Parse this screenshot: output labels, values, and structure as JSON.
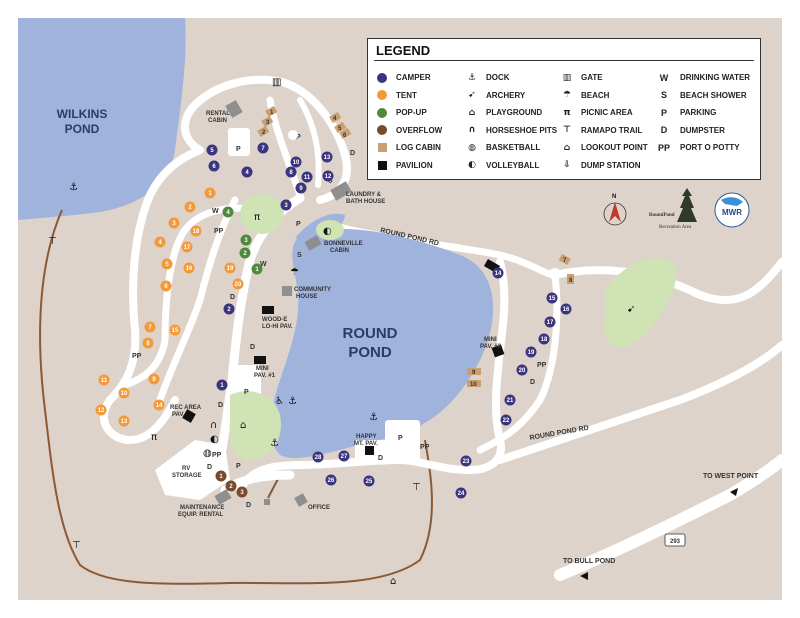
{
  "map": {
    "pond_wilkins": "WILKINS\nPOND",
    "pond_wilkins_l1": "WILKINS",
    "pond_wilkins_l2": "POND",
    "pond_round_l1": "ROUND",
    "pond_round_l2": "POND",
    "road_round_pond_rd_north": "ROUND POND RD",
    "road_round_pond_rd_south": "ROUND POND RD",
    "route_number": "293",
    "to_west_point": "TO WEST POINT",
    "to_bull_pond": "TO BULL POND",
    "labels": {
      "rental_cabin_l1": "RENTAL",
      "rental_cabin_l2": "CABIN",
      "laundry_l1": "LAUNDRY &",
      "laundry_l2": "BATH HOUSE",
      "bonneville_l1": "BONNEVILLE",
      "bonneville_l2": "CABIN",
      "community_l1": "COMMUNITY",
      "community_l2": "HOUSE",
      "woode_l1": "WOOD-E",
      "woode_l2": "LO-HI PAV.",
      "mini1_l1": "MINI",
      "mini1_l2": "PAV. #1",
      "mini2_l1": "MINI",
      "mini2_l2": "PAV. #2",
      "rec_area_l1": "REC AREA",
      "rec_area_l2": "PAV.",
      "happy_l1": "HAPPY",
      "happy_l2": "MT. PAV.",
      "rv_l1": "RV",
      "rv_l2": "STORAGE",
      "maint_l1": "MAINTENANCE",
      "maint_l2": "EQUIP. RENTAL",
      "office": "OFFICE"
    }
  },
  "legend": {
    "title": "LEGEND",
    "col1": [
      {
        "label": "CAMPER",
        "symbol": "dot",
        "color": "#3b3580"
      },
      {
        "label": "TENT",
        "symbol": "dot",
        "color": "#f29a3a"
      },
      {
        "label": "POP-UP",
        "symbol": "dot",
        "color": "#4f8a3c"
      },
      {
        "label": "OVERFLOW",
        "symbol": "dot",
        "color": "#7a4a2e"
      },
      {
        "label": "LOG CABIN",
        "symbol": "square",
        "color": "#c9a070"
      },
      {
        "label": "PAVILION",
        "symbol": "square",
        "color": "#111111"
      }
    ],
    "col2": [
      {
        "label": "DOCK",
        "icon": "⚓"
      },
      {
        "label": "ARCHERY",
        "icon": "➹"
      },
      {
        "label": "PLAYGROUND",
        "icon": "⌂"
      },
      {
        "label": "HORSESHOE PITS",
        "icon": "∩"
      },
      {
        "label": "BASKETBALL",
        "icon": "◍"
      },
      {
        "label": "VOLLEYBALL",
        "icon": "◐"
      }
    ],
    "col3": [
      {
        "label": "GATE",
        "icon": "▥"
      },
      {
        "label": "BEACH",
        "icon": "☂"
      },
      {
        "label": "PICNIC AREA",
        "icon": "π"
      },
      {
        "label": "RAMAPO TRAIL",
        "icon": "⊤"
      },
      {
        "label": "LOOKOUT POINT",
        "icon": "⌂"
      },
      {
        "label": "DUMP STATION",
        "icon": "⇩"
      }
    ],
    "col4": [
      {
        "code": "W",
        "label": "DRINKING WATER"
      },
      {
        "code": "S",
        "label": "BEACH SHOWER"
      },
      {
        "code": "P",
        "label": "PARKING"
      },
      {
        "code": "D",
        "label": "DUMPSTER"
      },
      {
        "code": "PP",
        "label": "PORT O POTTY"
      }
    ]
  },
  "brand": {
    "round_pond_logo": "RoundPond",
    "recreation_area": "Recreation Area",
    "mwr": "MWR",
    "compass_n": "N"
  },
  "colors": {
    "ground": "#ddd3cb",
    "water": "#9fb3dd",
    "road": "#ffffff",
    "grass": "#cfe3b5",
    "camper": "#3b3580",
    "tent": "#f29a3a",
    "popup": "#4f8a3c",
    "overflow": "#7a4a2e",
    "cabin": "#c9a070",
    "building": "#8f8f8f",
    "trail": "#8a5a36"
  },
  "sites": {
    "camper": [
      "1",
      "2",
      "3",
      "4",
      "5",
      "6",
      "7",
      "8",
      "9",
      "10",
      "11",
      "12",
      "13",
      "14",
      "15",
      "16",
      "17",
      "18",
      "19",
      "20",
      "21",
      "22",
      "23",
      "24",
      "25",
      "26",
      "27",
      "28"
    ],
    "tent": [
      "1",
      "2",
      "3",
      "4",
      "5",
      "6",
      "7",
      "8",
      "9",
      "10",
      "11",
      "12",
      "13",
      "14",
      "15",
      "16",
      "17",
      "18",
      "19",
      "20"
    ],
    "popup": [
      "1",
      "2",
      "3",
      "4"
    ],
    "overflow": [
      "1",
      "2",
      "3"
    ],
    "log_cabin": [
      "1",
      "2",
      "3",
      "4",
      "5",
      "6",
      "7",
      "8",
      "9",
      "10"
    ]
  }
}
